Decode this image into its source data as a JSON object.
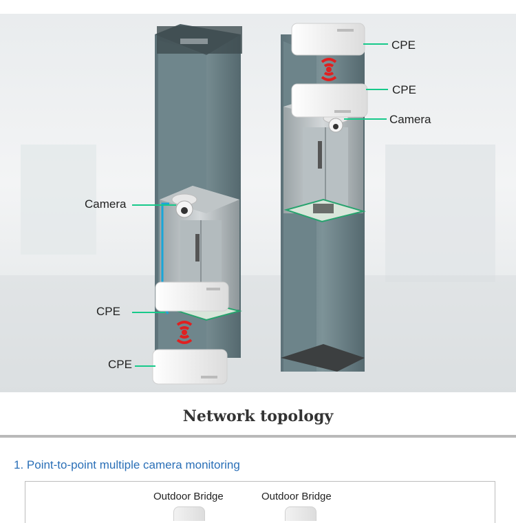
{
  "diagram": {
    "left_shaft": {
      "camera_label": "Camera",
      "cpe_top_label": "CPE",
      "cpe_bottom_label": "CPE"
    },
    "right_shaft": {
      "cpe_top_label": "CPE",
      "cpe_second_label": "CPE",
      "camera_label": "Camera"
    },
    "colors": {
      "connector_line": "#16c98a",
      "signal": "#e02020",
      "cable": "#19a6d8",
      "shaft": "#6a8087"
    },
    "icons": [
      "cpe-device-icon",
      "dome-camera-icon",
      "wifi-signal-icon",
      "elevator-car-icon"
    ]
  },
  "section": {
    "title": "Network topology"
  },
  "subsection": {
    "heading": "1. Point-to-point multiple camera monitoring",
    "labels": [
      "Outdoor Bridge",
      "Outdoor Bridge"
    ]
  }
}
